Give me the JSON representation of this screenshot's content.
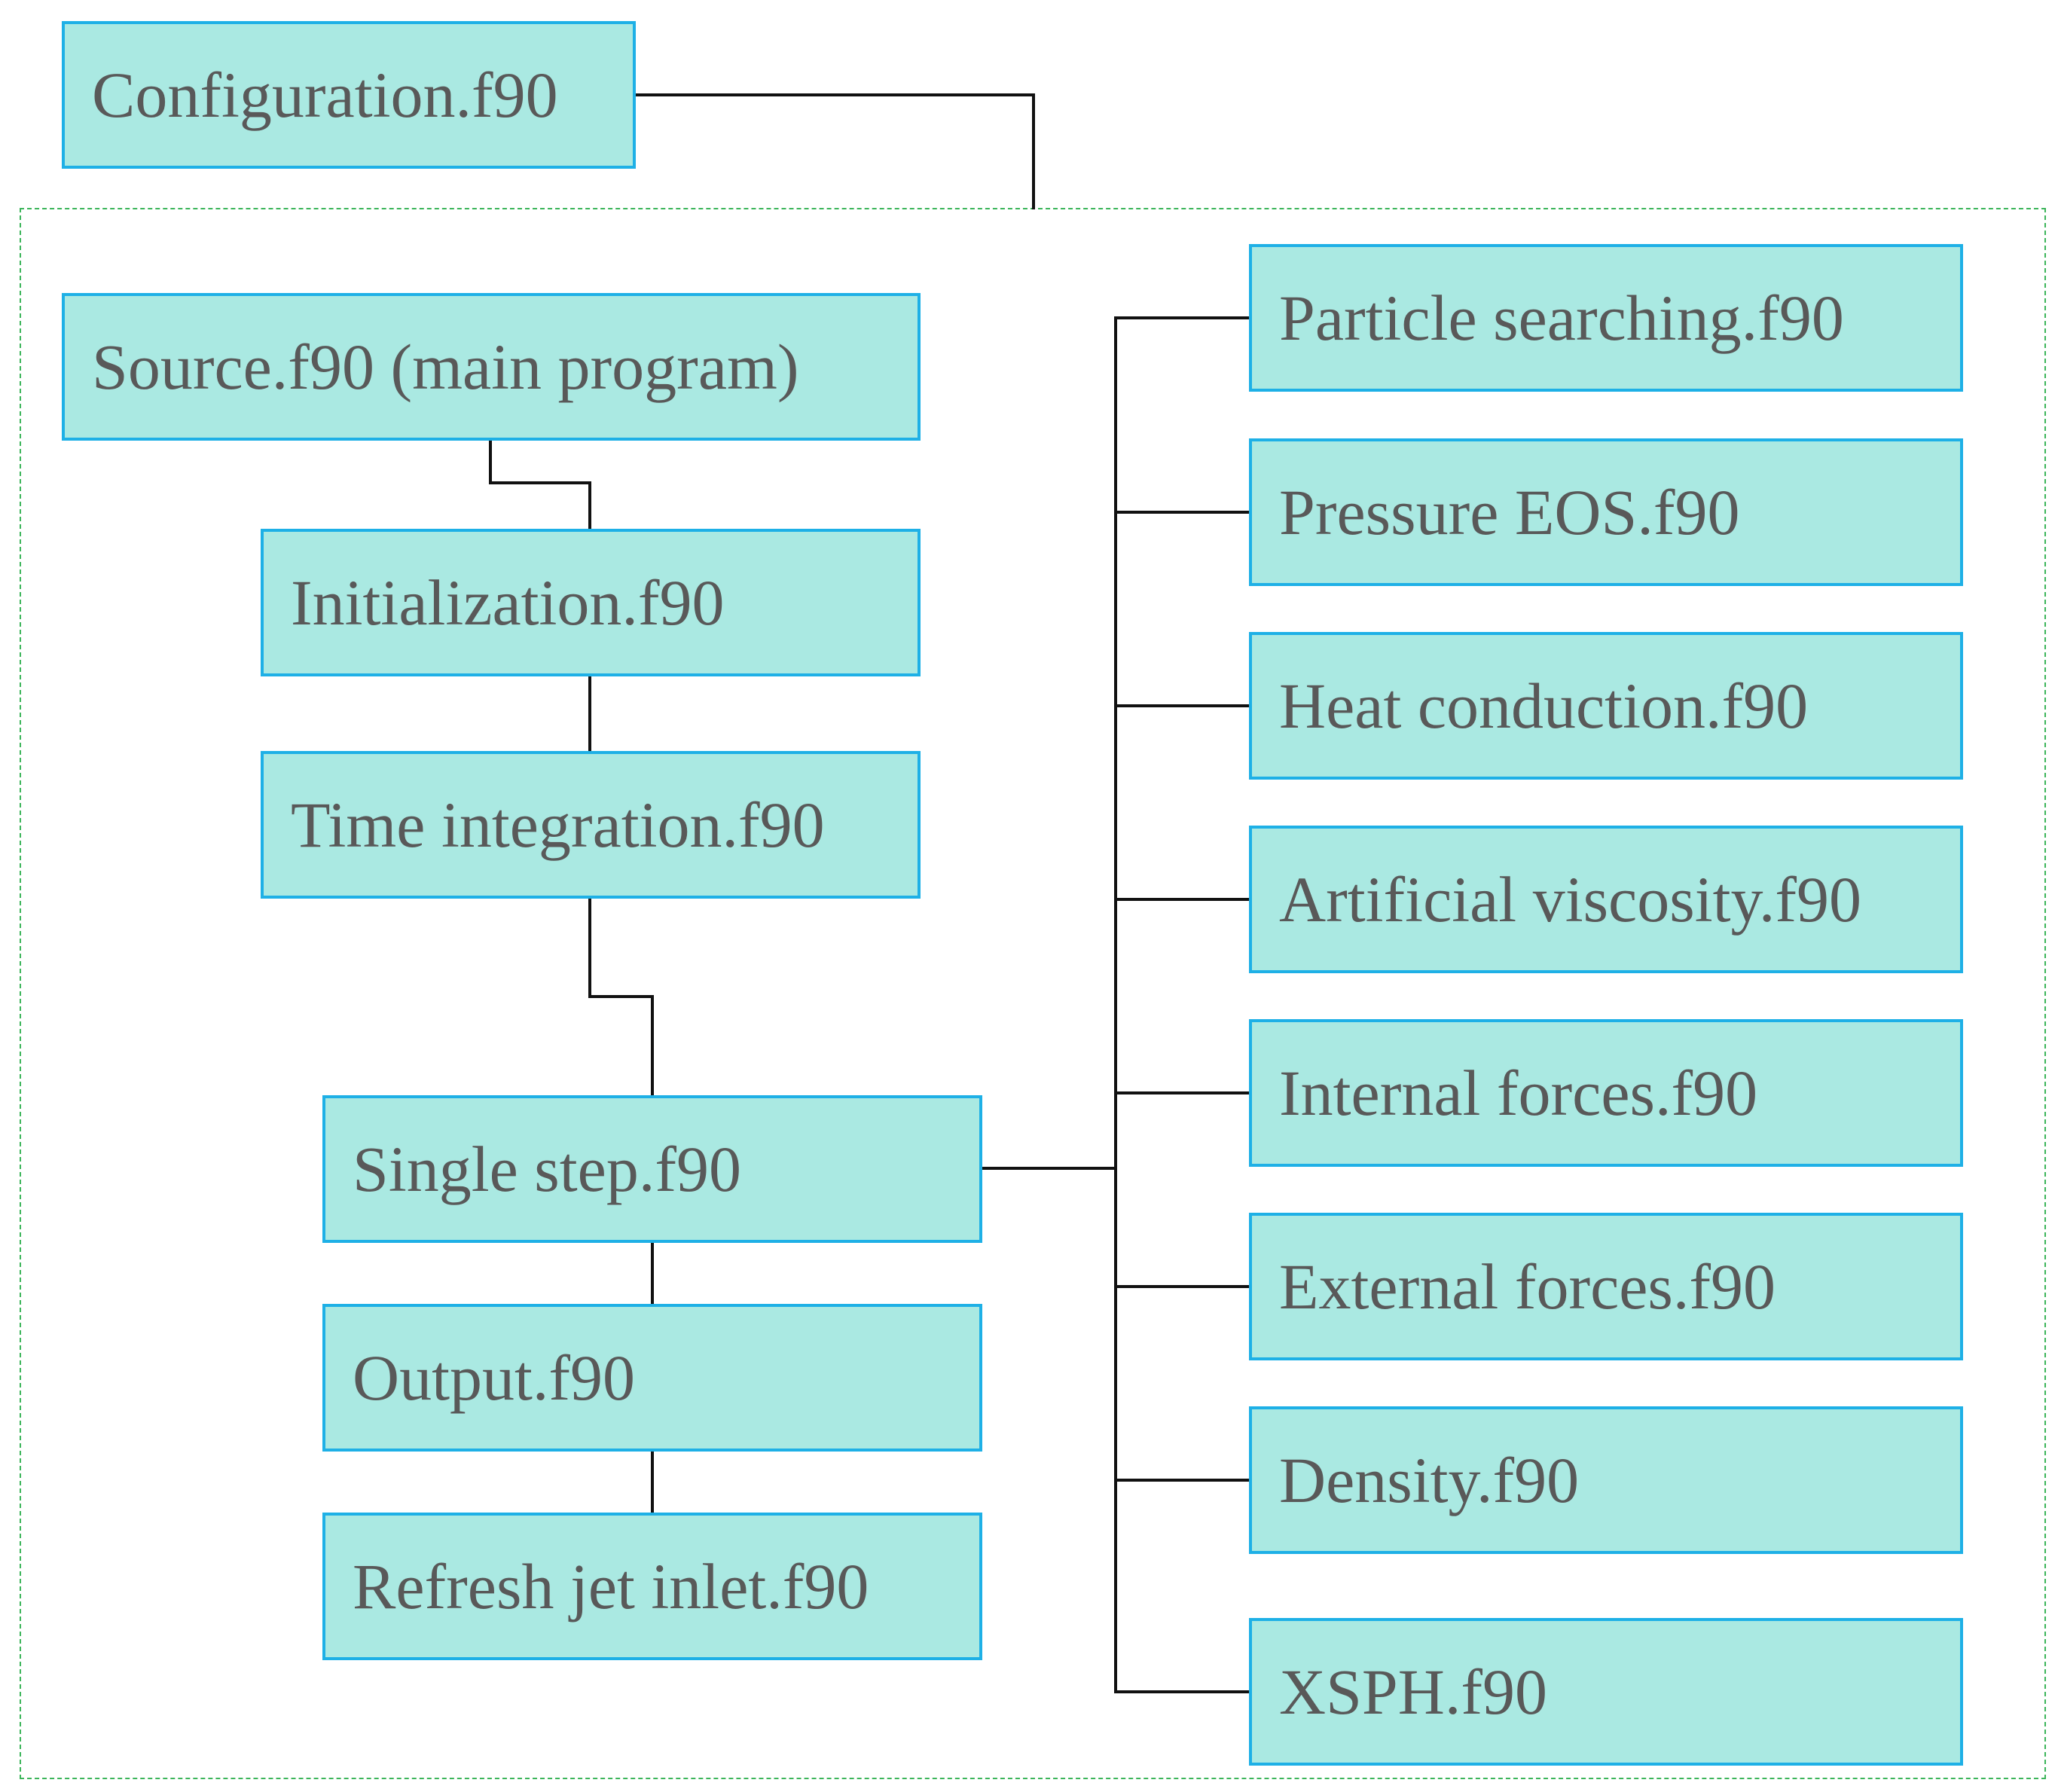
{
  "diagram": {
    "nodes": {
      "configuration": "Configuration.f90",
      "source": "Source.f90 (main program)",
      "initialization": "Initialization.f90",
      "time_integration": "Time integration.f90",
      "single_step": "Single step.f90",
      "output": "Output.f90",
      "refresh_jet_inlet": "Refresh jet inlet.f90",
      "particle_searching": "Particle searching.f90",
      "pressure_eos": "Pressure EOS.f90",
      "heat_conduction": "Heat conduction.f90",
      "artificial_viscosity": "Artificial viscosity.f90",
      "internal_forces": "Internal forces.f90",
      "external_forces": "External forces.f90",
      "density": "Density.f90",
      "xsph": "XSPH.f90"
    },
    "colors": {
      "node_fill": "#aae9e2",
      "node_border": "#1eb0e6",
      "text": "#595959",
      "connector": "#111111",
      "group_border": "#3cb55a"
    }
  }
}
